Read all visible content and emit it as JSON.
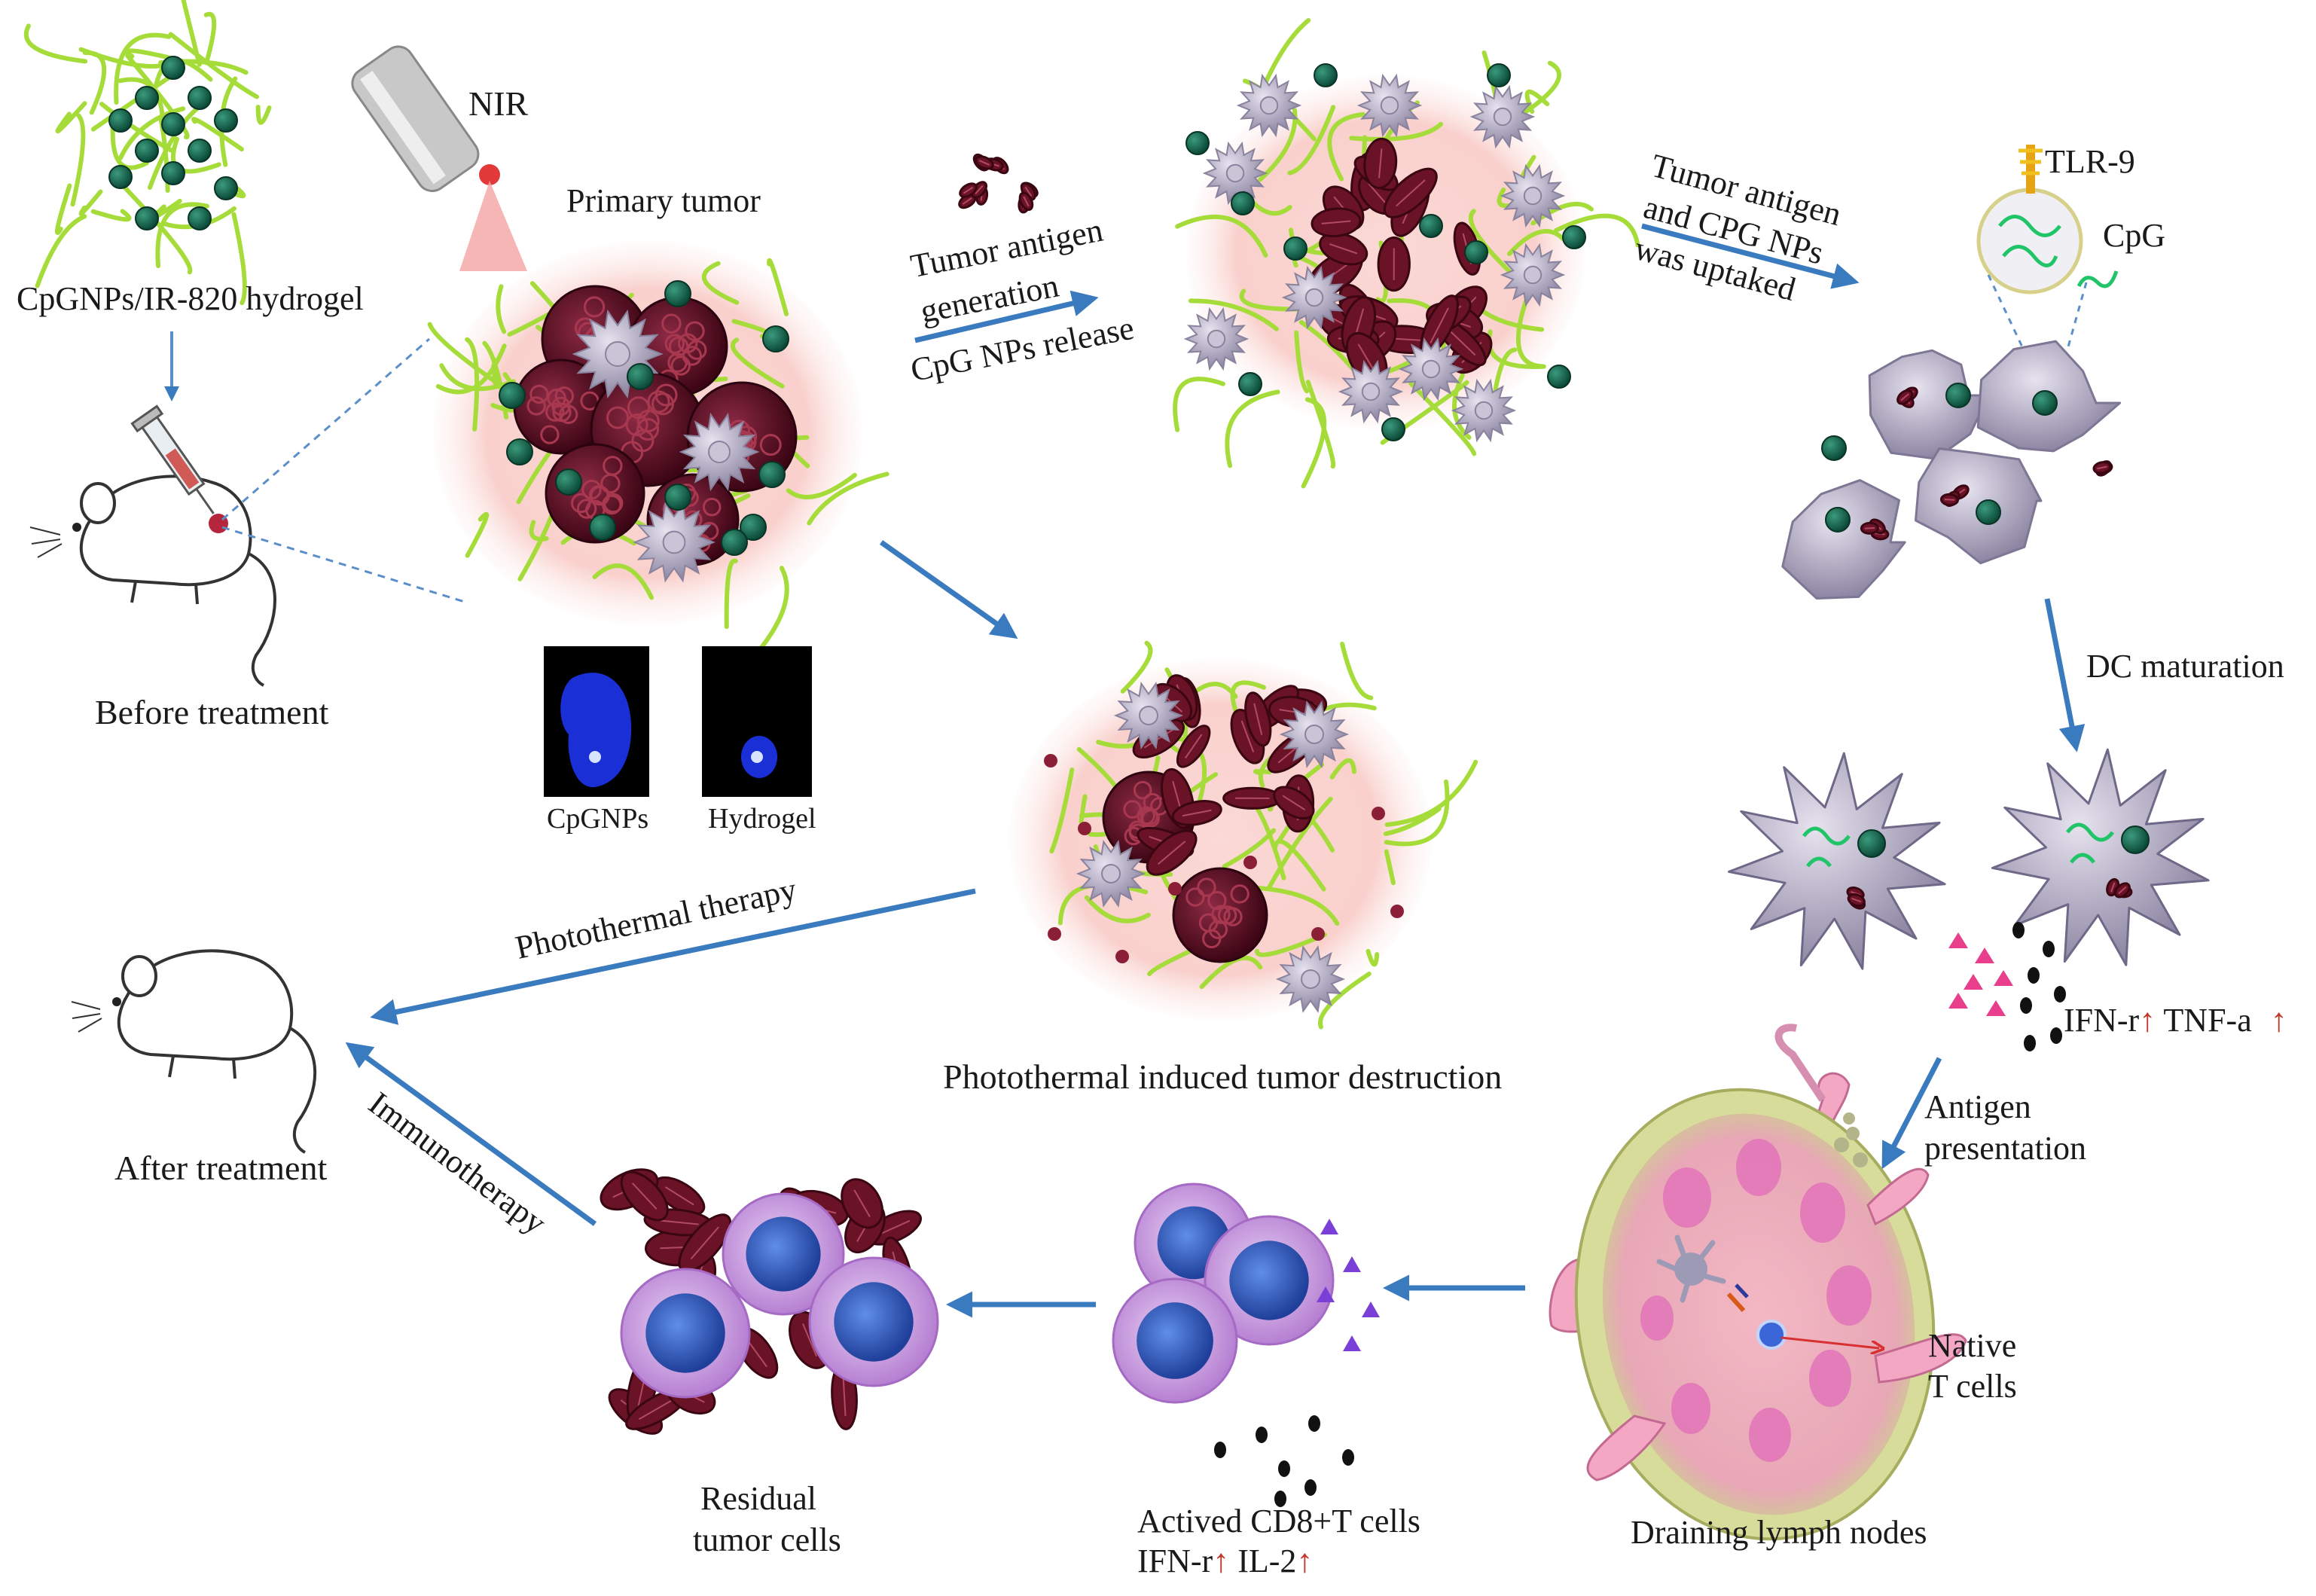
{
  "labels": {
    "hydrogel": "CpGNPs/IR-820 hydrogel",
    "nir": "NIR",
    "primary_tumor": "Primary tumor",
    "before_treatment": "Before treatment",
    "cpgnps": "CpGNPs",
    "hydrogel_img": "Hydrogel",
    "tumor_antigen_gen_1": "Tumor antigen",
    "tumor_antigen_gen_2": "generation",
    "cpg_release": "CpG NPs release",
    "uptake_1": "Tumor antigen",
    "uptake_2": "and CPG NPs",
    "uptake_3": "was uptaked",
    "tlr9": "TLR-9",
    "cpg": "CpG",
    "dc_maturation": "DC maturation",
    "ifn_tnf": "IFN-r",
    "tnf": "TNF-a",
    "antigen_1": "Antigen",
    "antigen_2": "presentation",
    "photothermal_therapy": "Photothermal therapy",
    "pt_destruction": "Photothermal induced tumor  destruction",
    "after_treatment": "After treatment",
    "immunotherapy": "Immunotherapy",
    "native_1": "Native",
    "native_2": "T cells",
    "draining": "Draining lymph nodes",
    "cd8_1": "Actived CD8+T cells",
    "cd8_ifn": "IFN-r",
    "cd8_il2": "IL-2",
    "residual_1": "Residual",
    "residual_2": "tumor cells",
    "dc_text": "DC",
    "up_arrow": "↑"
  },
  "colors": {
    "arrow": "#3a7bbf",
    "gel_fiber": "#9fd83a",
    "nanoparticle": "#0d5a44",
    "tumor": "#5a0f22",
    "dc_cell": "#b9b3c8",
    "glow": "#f7c4c4",
    "t_cell_outer": "#c79ddf",
    "t_cell_inner": "#2e5fc4"
  }
}
